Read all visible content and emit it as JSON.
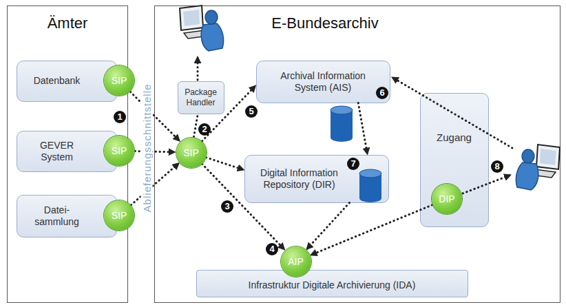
{
  "diagram": {
    "nodes": [
      {
        "text": [
          "Ämter"
        ]
      },
      {
        "text": [
          "Datenbank"
        ],
        "in": 0
      },
      {
        "text": [
          "SIP"
        ],
        "in": 1
      },
      {
        "text": [
          "GEVER System"
        ],
        "in": 0
      },
      {
        "text": [
          "SIP"
        ],
        "in": 3
      },
      {
        "text": [
          "Datei- sammlung"
        ],
        "in": 0
      },
      {
        "text": [
          "SIP"
        ],
        "in": 5
      },
      {
        "text": [
          "E-Bundesarchiv"
        ]
      },
      {
        "text": [
          "Package Handler"
        ],
        "in": 7
      },
      {
        "text": [
          "SIP"
        ],
        "in": 7
      },
      {
        "text": [
          "Archival Information System (AIS)"
        ],
        "in": 7
      },
      {
        "text": [
          "Digital Information Repository (DIR)"
        ],
        "in": 7
      },
      {
        "text": [
          "Zugang"
        ],
        "in": 7
      },
      {
        "text": [
          "DIP"
        ],
        "in": 12
      },
      {
        "text": [
          "AIP"
        ],
        "in": 7
      },
      {
        "text": [
          "Infrastruktur Digitale Archivierung (IDA)"
        ],
        "in": 7
      }
    ],
    "edges": [
      {
        "from": 2,
        "to": 9,
        "arrow": "to"
      },
      {
        "from": 4,
        "to": 9,
        "arrow": "to"
      },
      {
        "from": 6,
        "to": 9,
        "arrow": "to"
      },
      {
        "from": 9,
        "to": 8,
        "arrow": "none"
      },
      {
        "from": 9,
        "to": 10,
        "arrow": "to"
      },
      {
        "from": 9,
        "to": 11,
        "arrow": "to"
      },
      {
        "from": 9,
        "to": 14,
        "arrow": "to"
      },
      {
        "from": 10,
        "to": 11,
        "arrow": "to"
      },
      {
        "from": 11,
        "to": 14,
        "arrow": "to"
      },
      {
        "from": 13,
        "to": 14,
        "arrow": "to"
      }
    ],
    "labels": [
      "Ablieferungsschnittstelle",
      "1",
      "2",
      "3",
      "4",
      "5",
      "6",
      "7",
      "8"
    ]
  }
}
